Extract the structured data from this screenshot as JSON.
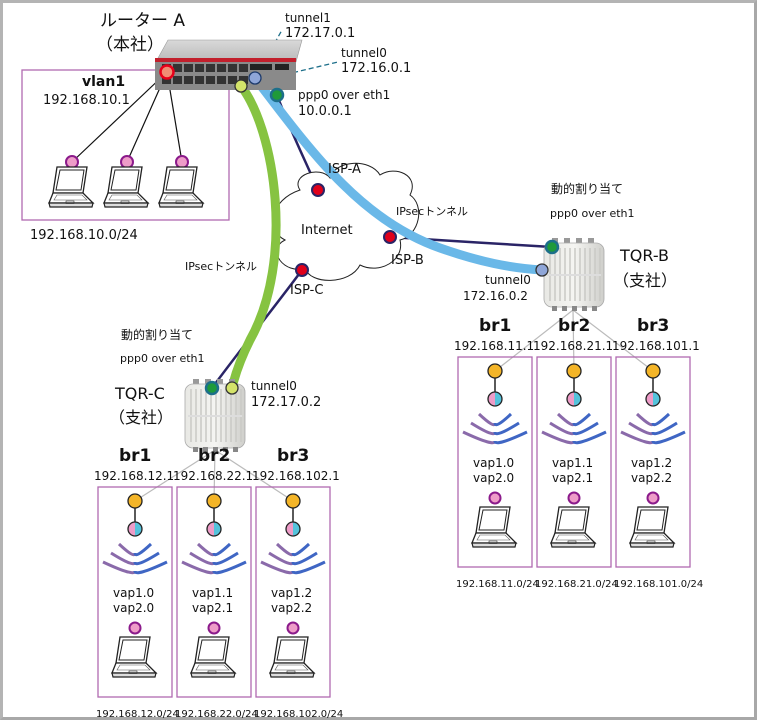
{
  "router_a": {
    "name": "ルーター A",
    "role": "（本社）",
    "vlan_name": "vlan1",
    "vlan_ip": "192.168.10.1",
    "lan_subnet": "192.168.10.0/24",
    "tunnel1_label": "tunnel1",
    "tunnel1_ip": "172.17.0.1",
    "tunnel0_label": "tunnel0",
    "tunnel0_ip": "172.16.0.1",
    "ppp_label": "ppp0 over eth1",
    "ppp_ip": "10.0.0.1"
  },
  "internet": {
    "label": "Internet",
    "isp_a": "ISP-A",
    "isp_b": "ISP-B",
    "isp_c": "ISP-C",
    "ipsec_b": "IPsecトンネル",
    "ipsec_c": "IPsecトンネル"
  },
  "tqr_b": {
    "name": "TQR-B",
    "role": "（支社）",
    "dynamic": "動的割り当て",
    "ppp_label": "ppp0 over eth1",
    "tunnel_label": "tunnel0",
    "tunnel_ip": "172.16.0.2",
    "bridges": [
      {
        "name": "br1",
        "ip": "192.168.11.1",
        "vap1": "vap1.0",
        "vap2": "vap2.0",
        "subnet": "192.168.11.0/24"
      },
      {
        "name": "br2",
        "ip": "192.168.21.1",
        "vap1": "vap1.1",
        "vap2": "vap2.1",
        "subnet": "192.168.21.0/24"
      },
      {
        "name": "br3",
        "ip": "192.168.101.1",
        "vap1": "vap1.2",
        "vap2": "vap2.2",
        "subnet": "192.168.101.0/24"
      }
    ]
  },
  "tqr_c": {
    "name": "TQR-C",
    "role": "（支社）",
    "dynamic": "動的割り当て",
    "ppp_label": "ppp0 over eth1",
    "tunnel_label": "tunnel0",
    "tunnel_ip": "172.17.0.2",
    "bridges": [
      {
        "name": "br1",
        "ip": "192.168.12.1",
        "vap1": "vap1.0",
        "vap2": "vap2.0",
        "subnet": "192.168.12.0/24"
      },
      {
        "name": "br2",
        "ip": "192.168.22.1",
        "vap1": "vap1.1",
        "vap2": "vap2.1",
        "subnet": "192.168.22.0/24"
      },
      {
        "name": "br3",
        "ip": "192.168.102.1",
        "vap1": "vap1.2",
        "vap2": "vap2.2",
        "subnet": "192.168.102.0/24"
      }
    ]
  },
  "colors": {
    "tunnel_b": "#6ab8e8",
    "tunnel_c": "#86c341",
    "ppp_link": "#2a2466",
    "isp_node": "#e0001b",
    "ppp_node": "#1f9a3a",
    "tunnel0_node": "#8fa6d8",
    "tunnel1_node": "#d4e36a",
    "vlan_node": "#f08d74",
    "client_node": "#ee9cc8",
    "bridge_node": "#f4b528",
    "box_border": "#b06ab0"
  }
}
